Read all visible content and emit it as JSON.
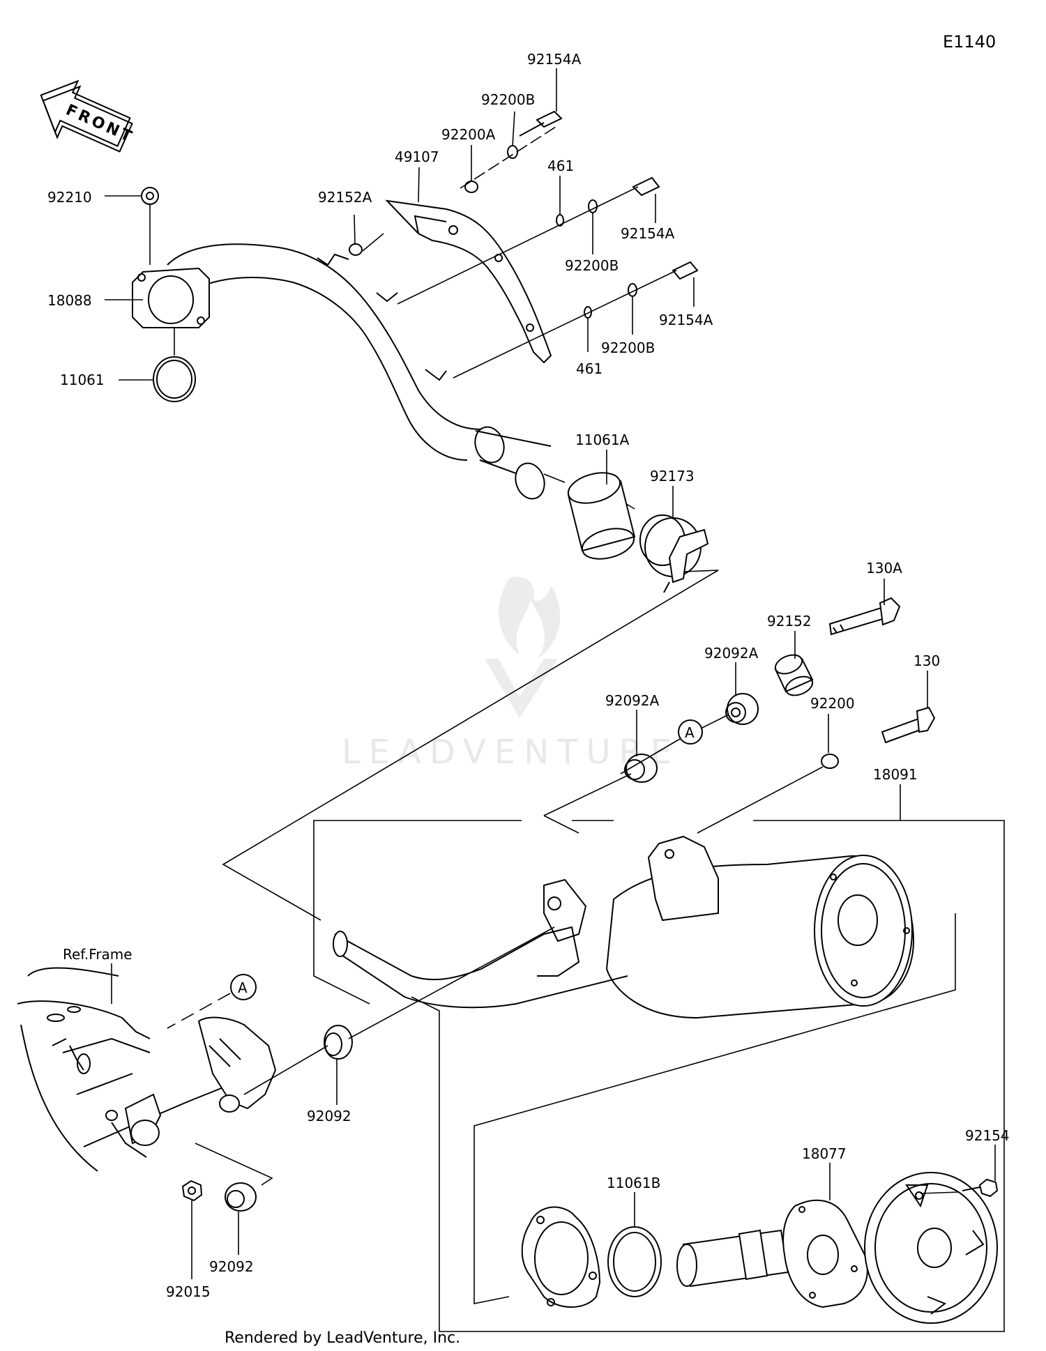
{
  "diagram_code": "E1140",
  "front_arrow": "FRONT",
  "watermark": "LEADVENTURE",
  "footer": "Rendered by LeadVenture, Inc.",
  "ref_frame": "Ref.Frame",
  "ref_marker": "A",
  "labels": {
    "p92154A_top": "92154A",
    "p92200B_top": "92200B",
    "p92200A": "92200A",
    "p49107": "49107",
    "p92210": "92210",
    "p92152A": "92152A",
    "p461_top": "461",
    "p92154A_mid": "92154A",
    "p92200B_mid": "92200B",
    "p18088": "18088",
    "p92154A_low": "92154A",
    "p92200B_low": "92200B",
    "p461_low": "461",
    "p11061": "11061",
    "p11061A": "11061A",
    "p92173": "92173",
    "p130A": "130A",
    "p92152": "92152",
    "p92092A_right": "92092A",
    "p130": "130",
    "p92092A_left": "92092A",
    "p92200": "92200",
    "p18091": "18091",
    "p92092_mid": "92092",
    "p92154": "92154",
    "p18077": "18077",
    "p11061B": "11061B",
    "p92092_low": "92092",
    "p92015": "92015"
  }
}
